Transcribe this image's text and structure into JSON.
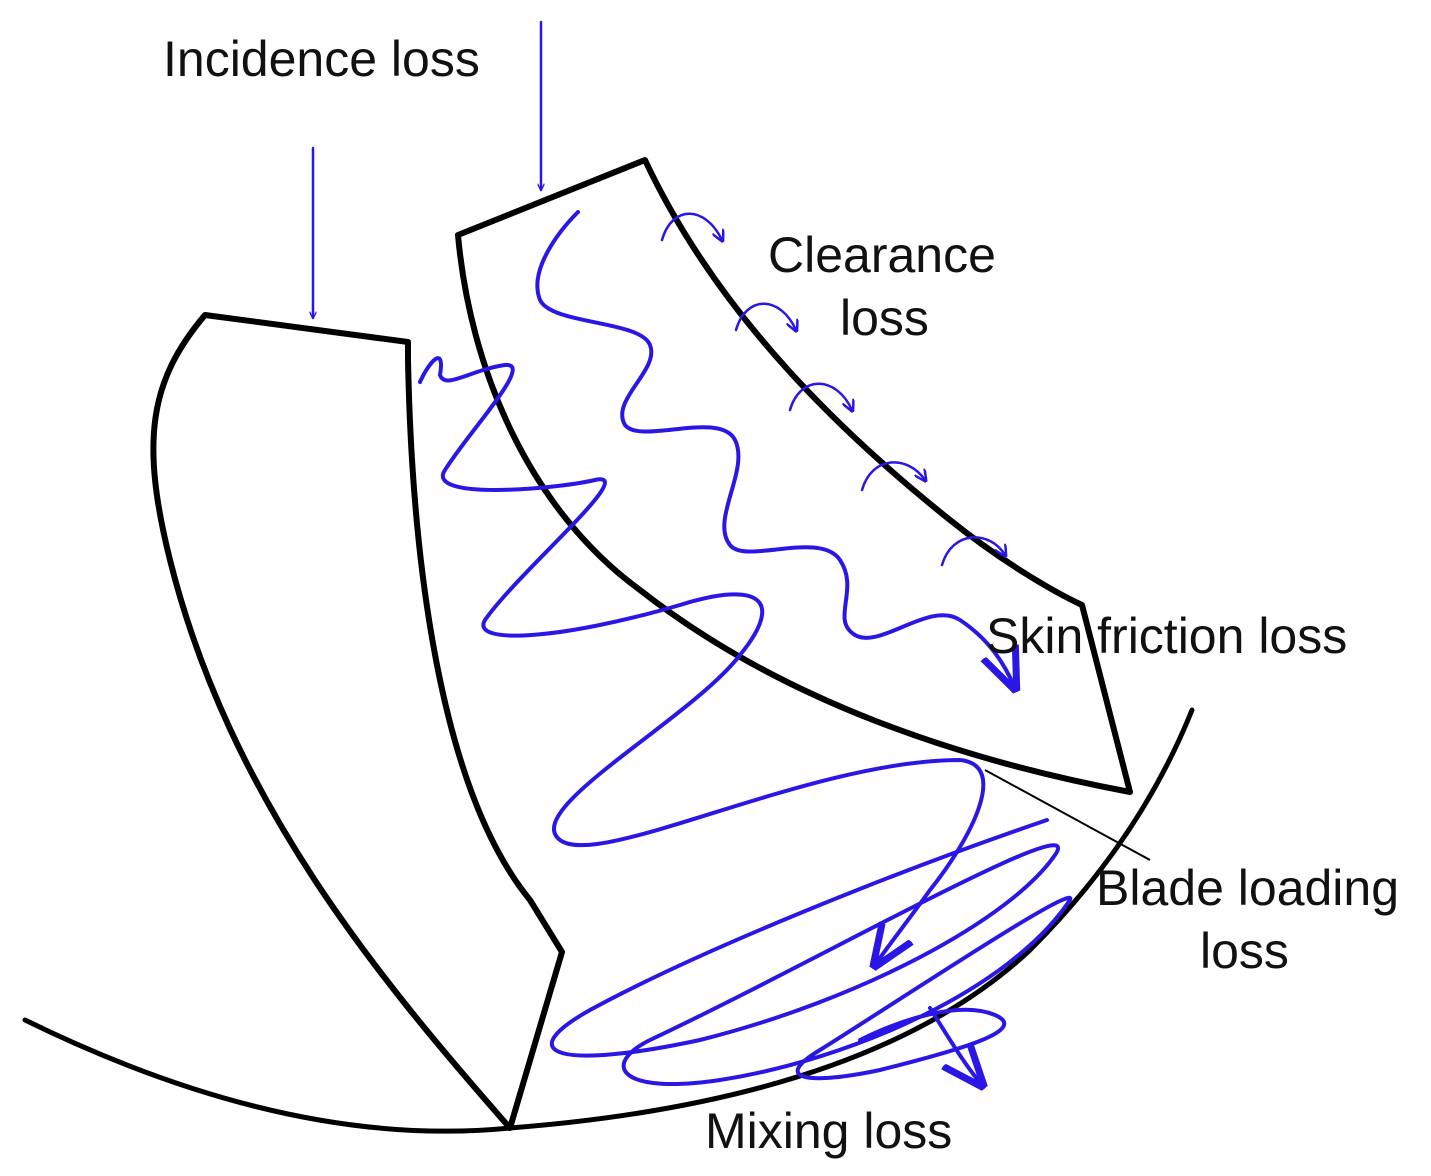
{
  "labels": {
    "incidence": "Incidence loss",
    "clearance_line1": "Clearance",
    "clearance_line2": "loss",
    "skin_friction": "Skin friction loss",
    "blade_loading_line1": "Blade loading",
    "blade_loading_line2": "loss",
    "mixing": "Mixing loss"
  },
  "colors": {
    "outline": "#000000",
    "flow": "#2a17e6",
    "text": "#111111"
  }
}
